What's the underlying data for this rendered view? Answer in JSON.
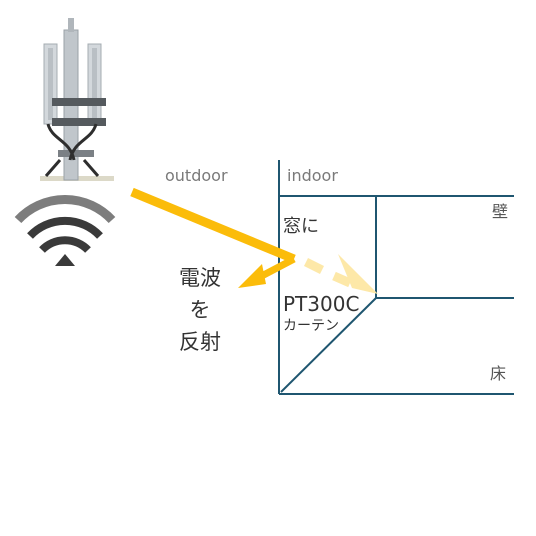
{
  "labels": {
    "outdoor": "outdoor",
    "indoor": "indoor",
    "wall": "壁",
    "floor": "床",
    "window": "窓に",
    "product": "PT300C",
    "curtain": "カーテン",
    "reflect_line1": "電波",
    "reflect_line2": "を",
    "reflect_line3": "反射"
  },
  "colors": {
    "wave_arrow": "#fbbc0a",
    "wave_arrow_faded": "#fde8a8",
    "room_lines": "#1f5670",
    "wifi_icon": "#3a3a3a",
    "wifi_icon_outer": "#7d7d7d",
    "antenna": "#c9ced2"
  },
  "icons": {
    "antenna": "cell-tower-antenna-icon",
    "wifi": "wifi-signal-icon"
  }
}
